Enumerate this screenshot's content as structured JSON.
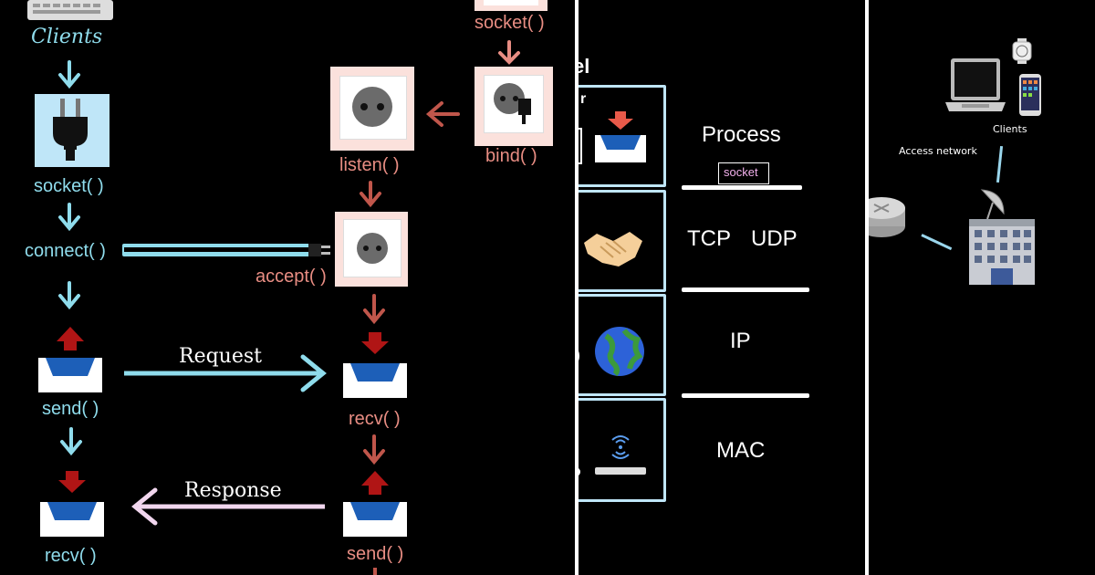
{
  "socket_flow": {
    "client": {
      "clients_label": "Clients",
      "socket_label": "socket( )",
      "connect_label": "connect( )",
      "send_label": "send( )",
      "recv_label": "recv( )"
    },
    "server": {
      "socket_label": "socket( )",
      "bind_label": "bind( )",
      "listen_label": "listen( )",
      "accept_label": "accept( )",
      "recv_label": "recv( )",
      "send_label": "send( )"
    },
    "request_label": "Request",
    "response_label": "Response"
  },
  "layers": {
    "partial_title": "el",
    "partial_left_char": "r",
    "process_label": "Process",
    "socket_tag": "socket",
    "tcp_label": "TCP",
    "udp_label": "UDP",
    "ip_label": "IP",
    "mac_label": "MAC"
  },
  "network": {
    "clients_label": "Clients",
    "access_network_label": "Access network"
  },
  "colors": {
    "client_cyan": "#8fdcec",
    "server_salmon": "#e88d83",
    "card_pink": "#fbe1dc",
    "tray_blue": "#1d5fb8",
    "arrow_red": "#b01515",
    "socket_card_blue": "#bfe6f8"
  }
}
